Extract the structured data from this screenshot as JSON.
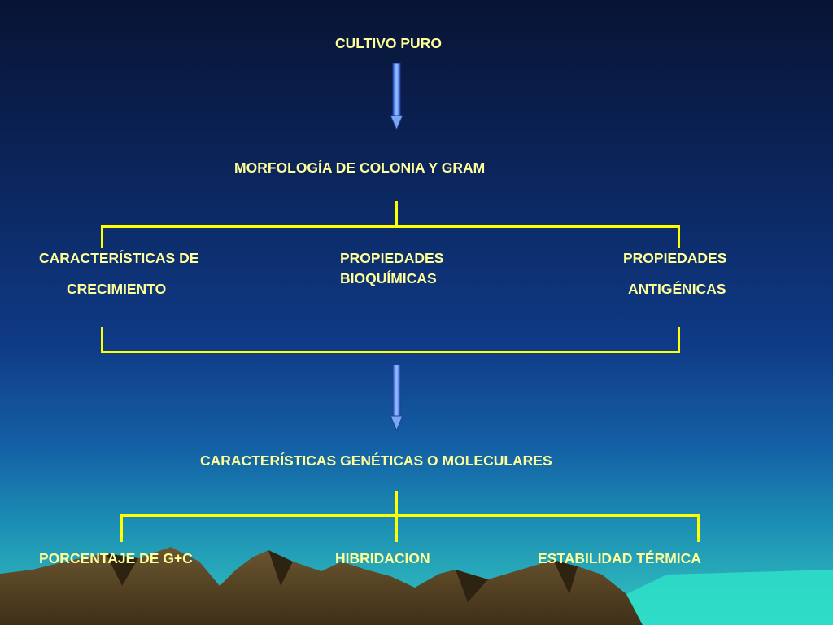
{
  "diagram": {
    "top": "CULTIVO PURO",
    "level2": "MORFOLOGÍA DE COLONIA Y GRAM",
    "branches": [
      {
        "line1": "CARACTERÍSTICAS DE",
        "line2": "CRECIMIENTO"
      },
      {
        "line1": "PROPIEDADES",
        "line2": "BIOQUÍMICAS"
      },
      {
        "line1": "PROPIEDADES",
        "line2": "ANTIGÉNICAS"
      }
    ],
    "level4": "CARACTERÍSTICAS GENÉTICAS O MOLECULARES",
    "leaves": [
      "PORCENTAJE DE G+C",
      "HIBRIDACION",
      "ESTABILIDAD TÉRMICA"
    ]
  },
  "colors": {
    "text": "#ffff99",
    "connector": "#ffff00",
    "arrow": "#4f86e8",
    "mountains": "#4a3a20"
  }
}
